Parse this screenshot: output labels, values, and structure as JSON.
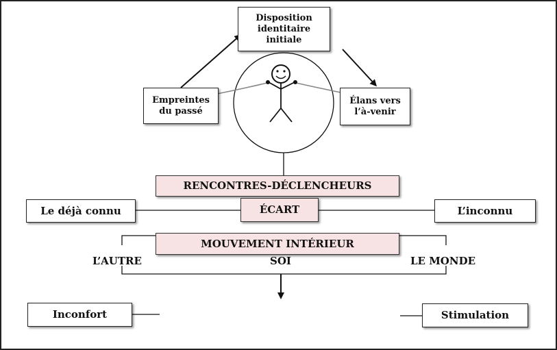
{
  "top_box": {
    "line1": "Disposition",
    "line2": "identitaire",
    "line3": "initiale"
  },
  "left_box": {
    "line1": "Empreintes",
    "line2": "du passé"
  },
  "right_box": {
    "line1": "Élans vers",
    "line2": "l’à-venir"
  },
  "rencontres": "RENCONTRES-DÉCLENCHEURS",
  "ecart": "ÉCART",
  "deja_connu": "Le déjà connu",
  "inconnu": "L’inconnu",
  "mouvement": "MOUVEMENT INTÉRIEUR",
  "autre": "L’AUTRE",
  "soi": "SOI",
  "monde": "LE MONDE",
  "inconfort": "Inconfort",
  "stimulation": "Stimulation",
  "colors": {
    "pink_fill": "#f7e3e3",
    "border": "#222222"
  }
}
